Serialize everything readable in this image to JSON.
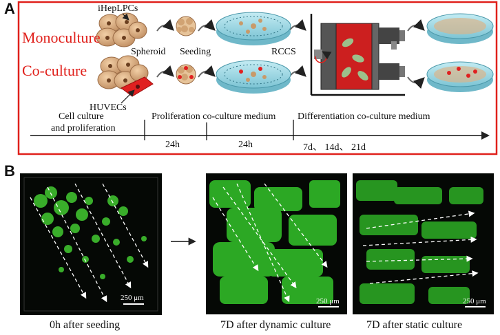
{
  "panel_a": {
    "letter": "A",
    "monoculture": "Monoculture",
    "coculture": "Co-culture",
    "ihep_label": "iHepLPCs",
    "huvec_label": "HUVECs",
    "spheroid": "Spheroid",
    "seeding": "Seeding",
    "rccs": "RCCS",
    "timeline": {
      "stage1_line1": "Cell culture",
      "stage1_line2": "and proliferation",
      "stage2": "Proliferation co-culture medium",
      "stage3": "Differentiation co-culture medium",
      "t1": "24h",
      "t2": "24h",
      "t3": "7d、 14d、 21d"
    },
    "colors": {
      "frame": "#e0201b",
      "cell": "#d9a77a",
      "dish": "#9fd7e3",
      "huvec": "#e02020"
    }
  },
  "panel_b": {
    "letter": "B",
    "images": [
      {
        "caption": "0h after seeding",
        "scale": "250 μm"
      },
      {
        "caption": "7D after dynamic culture",
        "scale": "250 μm"
      },
      {
        "caption": "7D after static culture",
        "scale": "250 μm"
      }
    ]
  }
}
